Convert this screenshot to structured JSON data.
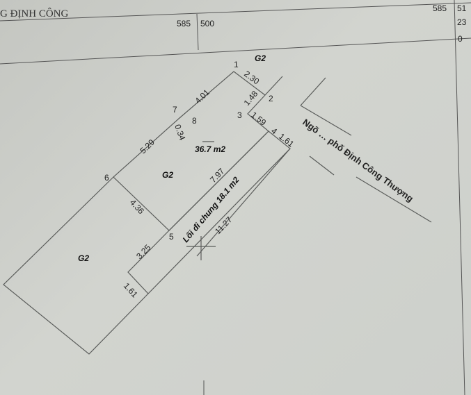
{
  "header": {
    "ward_name": "G ĐỊNH CÔNG",
    "col_a": "585",
    "col_b": "500",
    "right_top_a": "585",
    "right_top_b": "51",
    "right_mid": "23",
    "right_low": "0"
  },
  "plot": {
    "area_label": "36.7 m2",
    "zone_labels": [
      "G2",
      "G2",
      "G2"
    ],
    "points": [
      "1",
      "2",
      "3",
      "4",
      "5",
      "6",
      "7",
      "8"
    ],
    "edges": {
      "e1_2": "2.30",
      "e2_3": "1.48",
      "e3_4": "1.59",
      "e4_x": "1.61",
      "e7_1": "4.01",
      "e7_8": "0.34",
      "e6_7": "5.29",
      "e6_5": "4.36",
      "e5_4": "7.97",
      "e5_x": "3.25",
      "e_bottom": "1.61",
      "e_path": "11.27"
    },
    "shared_path_label": "Lối đi chung 18.1 m2",
    "street_label": "Ngõ … phố Định Công Thượng"
  }
}
